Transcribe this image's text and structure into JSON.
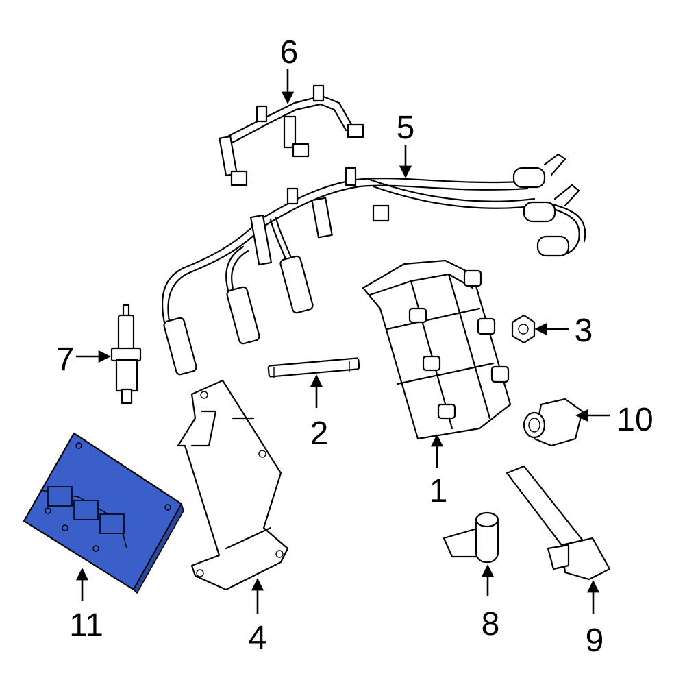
{
  "callouts": {
    "c1": "1",
    "c2": "2",
    "c3": "3",
    "c4": "4",
    "c5": "5",
    "c6": "6",
    "c7": "7",
    "c8": "8",
    "c9": "9",
    "c10": "10",
    "c11": "11"
  },
  "colors": {
    "highlight": "#3a5fc8",
    "line": "#000000",
    "background": "#ffffff"
  }
}
